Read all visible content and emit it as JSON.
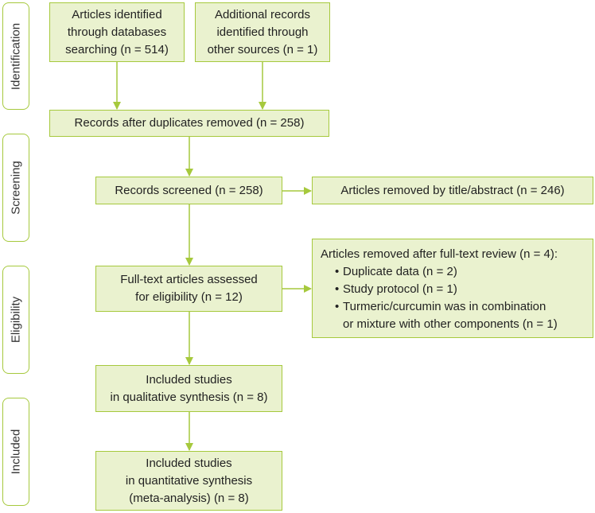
{
  "colors": {
    "box_fill": "#eaf2cf",
    "box_border": "#a6c93d",
    "arrow": "#a6c93d"
  },
  "phases": {
    "identification": "Identification",
    "screening": "Screening",
    "eligibility": "Eligibility",
    "included": "Included"
  },
  "boxes": {
    "identified_databases": "Articles identified\nthrough databases\nsearching (n = 514)",
    "additional_records": "Additional records\nidentified through\nother sources (n = 1)",
    "after_duplicates": "Records after duplicates removed (n = 258)",
    "screened": "Records screened (n = 258)",
    "removed_title_abstract": "Articles removed by title/abstract (n = 246)",
    "fulltext_assessed": "Full-text articles assessed\nfor eligibility (n = 12)",
    "removed_fulltext": {
      "heading": "Articles removed after full-text review (n = 4):",
      "items": [
        "Duplicate data (n = 2)",
        "Study protocol (n = 1)",
        "Turmeric/curcumin was in combination\nor mixture with other components (n = 1)"
      ]
    },
    "qualitative": "Included studies\nin qualitative synthesis (n = 8)",
    "quantitative": "Included studies\nin quantitative synthesis\n(meta-analysis) (n = 8)"
  }
}
